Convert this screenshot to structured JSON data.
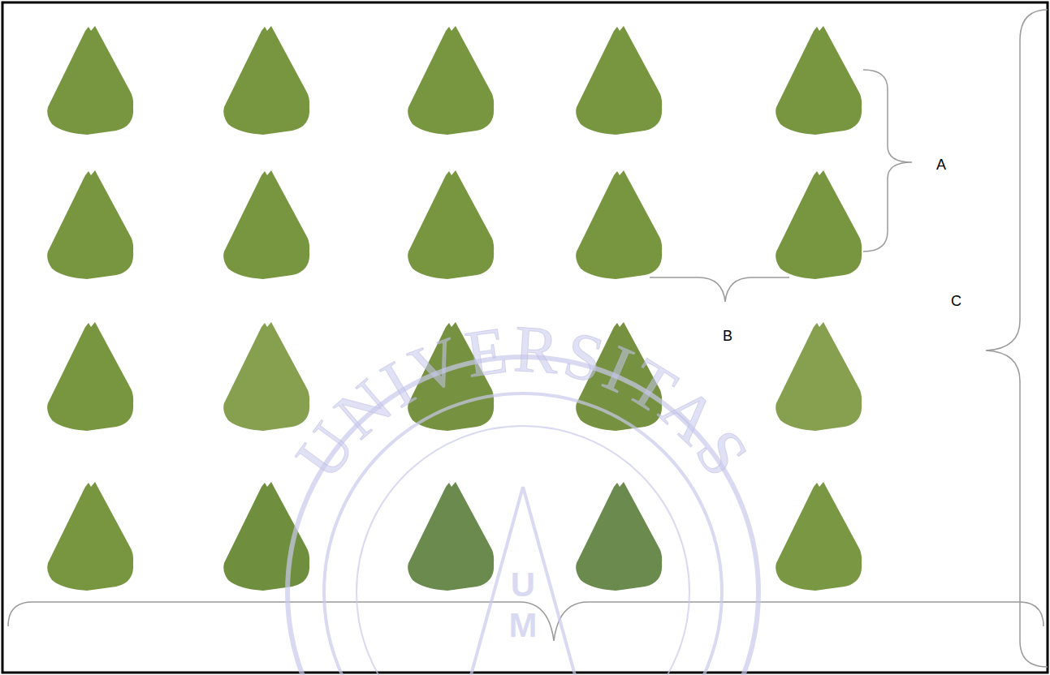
{
  "diagram": {
    "labels": [
      "A",
      "B",
      "C",
      "UNIVERSITAS",
      "U",
      "M"
    ]
  }
}
